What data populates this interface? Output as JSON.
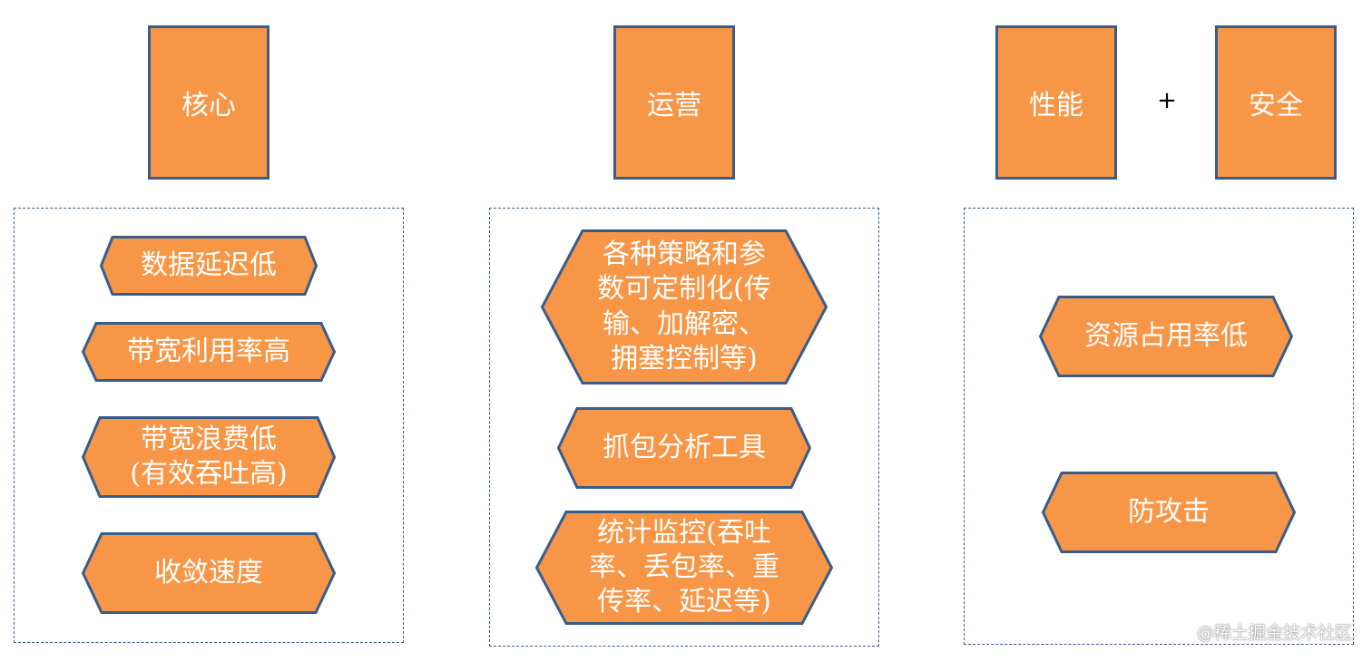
{
  "headers": {
    "core": "核心",
    "ops": "运营",
    "performance": "性能",
    "plus": "+",
    "security": "安全"
  },
  "core_group": {
    "items": [
      "数据延迟低",
      "带宽利用率高",
      "带宽浪费低\n(有效吞吐高)",
      "收敛速度"
    ]
  },
  "ops_group": {
    "items": [
      "各种策略和参\n数可定制化(传\n输、加解密、\n拥塞控制等)",
      "抓包分析工具",
      "统计监控(吞吐\n率、丢包率、重\n传率、延迟等)"
    ]
  },
  "perf_group": {
    "items": [
      "资源占用率低",
      "防攻击"
    ]
  },
  "watermark": "@稀土掘金技术社区",
  "colors": {
    "fill": "#F79646",
    "stroke": "#385D8A",
    "text": "#FFFFFF"
  }
}
